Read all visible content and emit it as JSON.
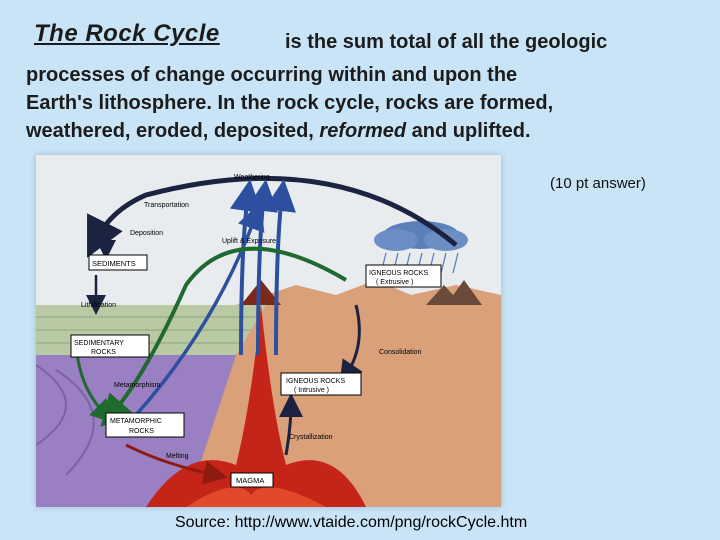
{
  "heading": {
    "title": "The Rock Cycle",
    "line1": "is the sum total of all the geologic",
    "line2": "processes of change occurring within and upon the",
    "line3": "Earth's lithosphere.  In the rock cycle, rocks are formed,",
    "line4a": "weathered, eroded, deposited, ",
    "line4_em": "reformed",
    "line4b": " and uplifted."
  },
  "points_note": "(10 pt answer)",
  "source": "Source: http://www.vtaide.com/png/rockCycle.htm",
  "diagram": {
    "labels": {
      "weathering": "Weathering",
      "transportation": "Transportation",
      "deposition": "Deposition",
      "sediments": "SEDIMENTS",
      "uplift": "Uplift & Exposure",
      "igneous_extrusive_1": "IGNEOUS ROCKS",
      "igneous_extrusive_2": "( Extrusive )",
      "lithification": "Lithification",
      "sedimentary_1": "SEDIMENTARY",
      "sedimentary_2": "ROCKS",
      "consolidation": "Consolidation",
      "metamorphism": "Metamorphism",
      "igneous_intrusive_1": "IGNEOUS ROCKS",
      "igneous_intrusive_2": "( Intrusive )",
      "metamorphic_1": "METAMORPHIC",
      "metamorphic_2": "ROCKS",
      "crystallization": "Crystallization",
      "melting": "Melting",
      "magma": "MAGMA"
    },
    "colors": {
      "sky": "#e8ecef",
      "ground": "#d9a07a",
      "sedimentary_layer": "#b9c9a4",
      "metamorphic_layer": "#9a7fc2",
      "magma": "#c52418",
      "arrow_dark": "#1b2340",
      "arrow_blue": "#2d4fa0",
      "arrow_green": "#1f6a2e"
    }
  }
}
